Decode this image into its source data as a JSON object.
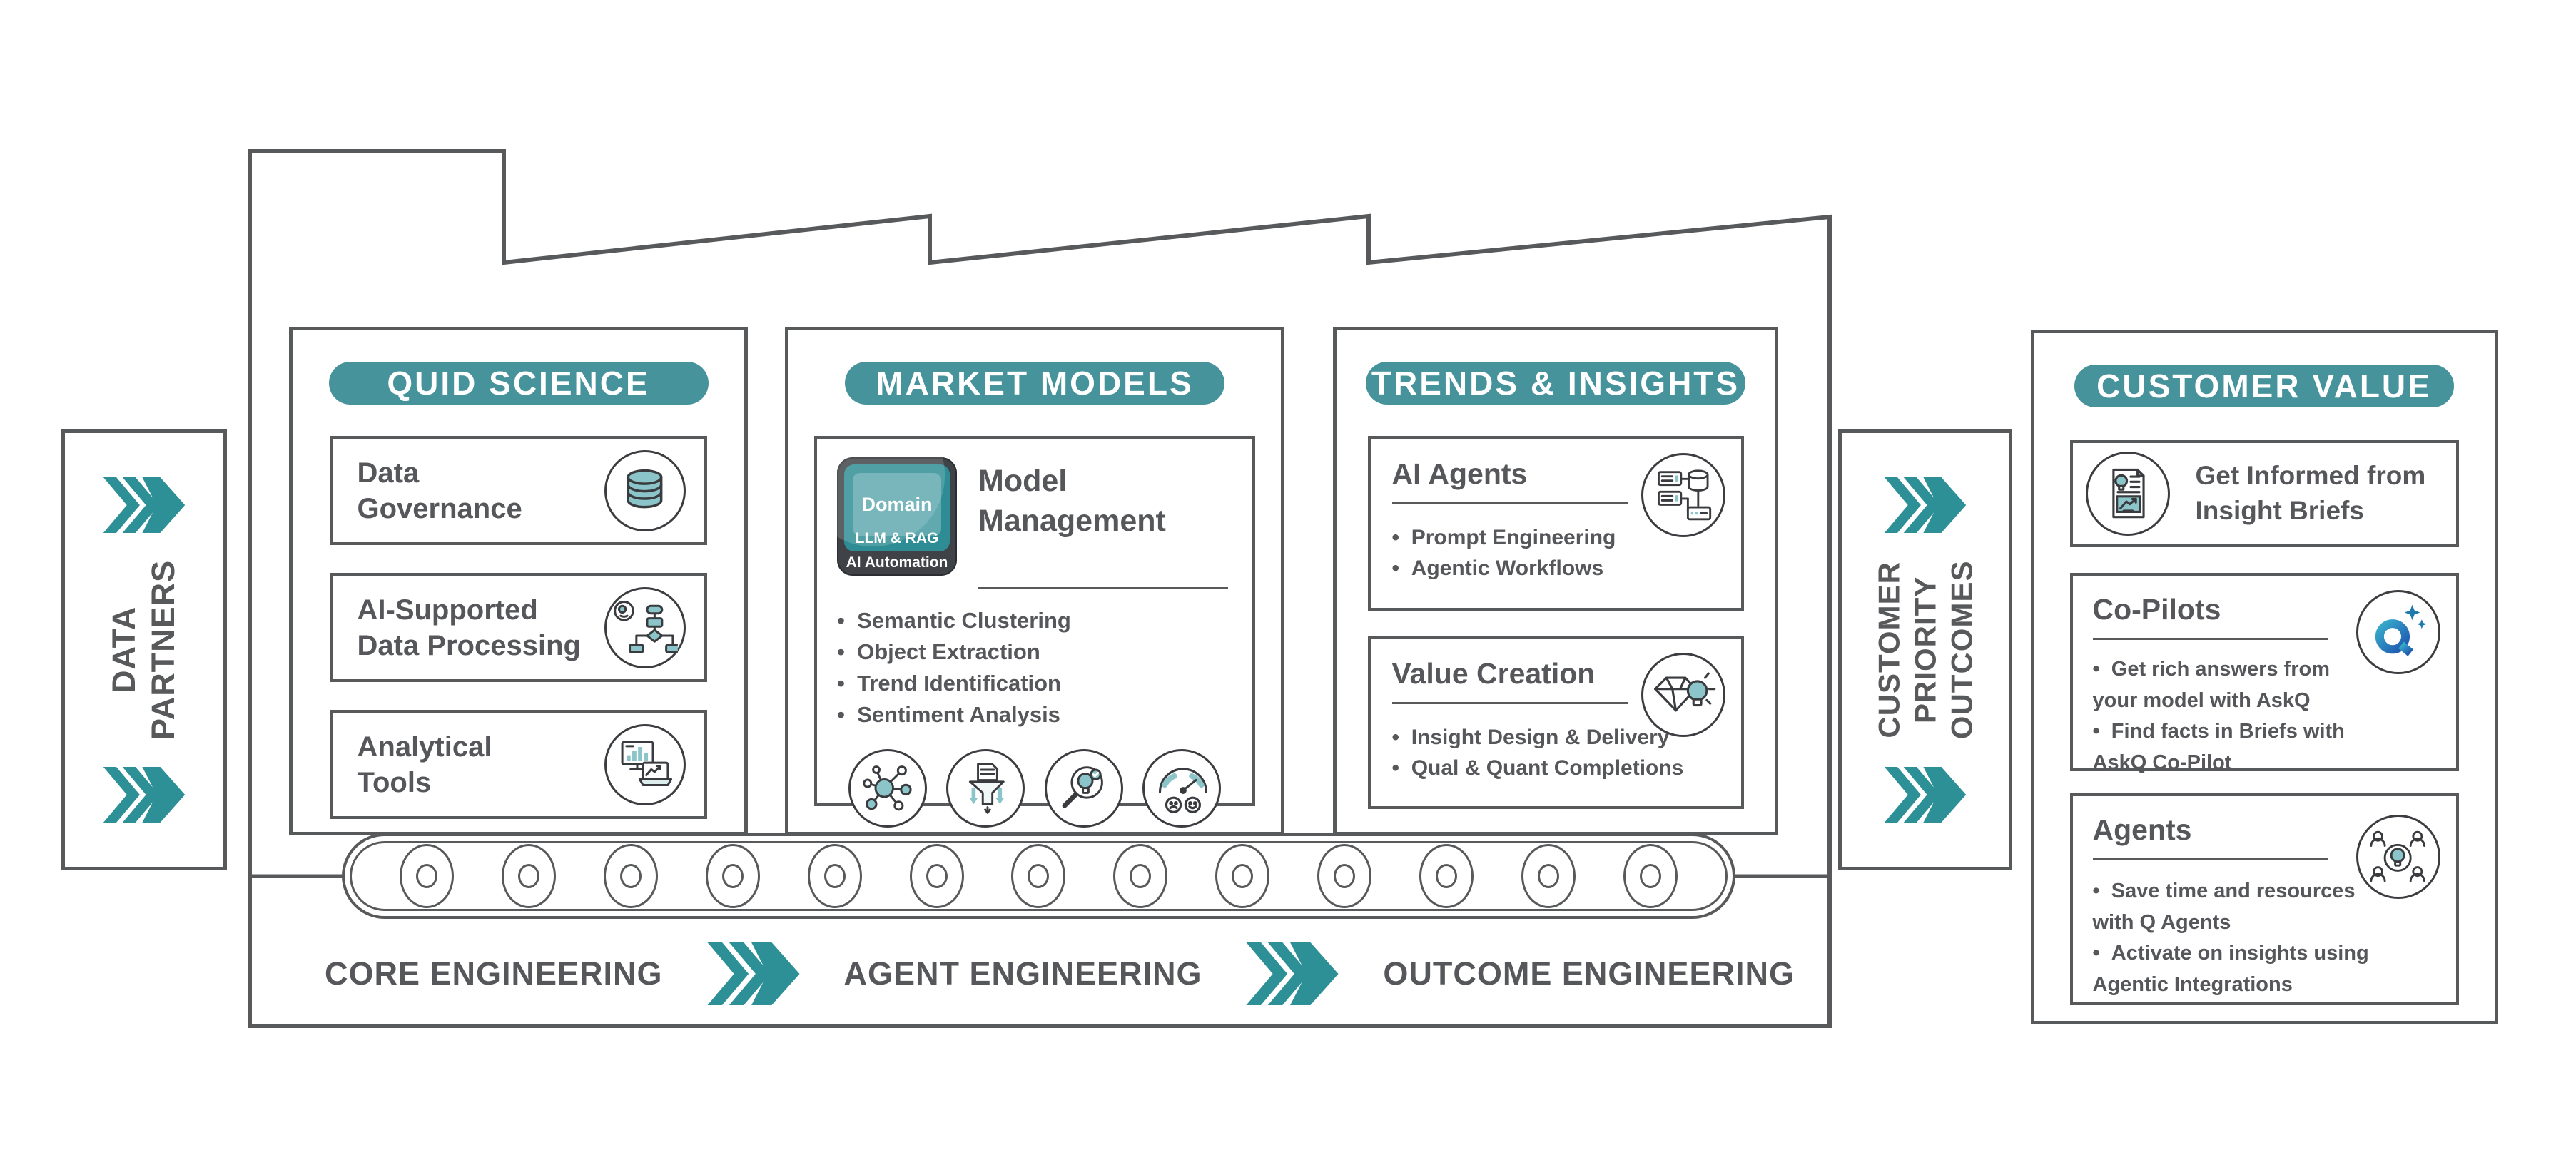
{
  "colors": {
    "outline_gray": "#58595B",
    "text_gray": "#56575A",
    "pill_teal": "#47939B",
    "chevron_teal": "#2E9097",
    "chip_dark": "#3F4347",
    "chip_teal": "#2E8D94",
    "icon_teal": "#8CC5C9",
    "askq_gradient_start": "#38AECB",
    "askq_gradient_end": "#1E55B0"
  },
  "left_rail": {
    "lines": [
      "DATA",
      "PARTNERS"
    ]
  },
  "right_rail": {
    "lines": [
      "CUSTOMER",
      "PRIORITY",
      "OUTCOMES"
    ]
  },
  "quid": {
    "title": "QUID SCIENCE",
    "rows": [
      {
        "label_lines": [
          "Data",
          "Governance"
        ],
        "icon": "database-icon"
      },
      {
        "label_lines": [
          "AI-Supported",
          "Data Processing"
        ],
        "icon": "flowchart-icon"
      },
      {
        "label_lines": [
          "Analytical",
          "Tools"
        ],
        "icon": "analytics-icon"
      }
    ]
  },
  "market": {
    "title": "MARKET MODELS",
    "card": {
      "chip": {
        "line1": "Domain",
        "line2": "LLM & RAG",
        "line3": "AI Automation"
      },
      "title_lines": [
        "Model",
        "Management"
      ],
      "bullets": [
        "Semantic Clustering",
        "Object Extraction",
        "Trend Identification",
        "Sentiment Analysis"
      ],
      "icons": [
        "cluster-icon",
        "funnel-icon",
        "search-bulb-icon",
        "gauge-icon"
      ]
    }
  },
  "trends": {
    "title": "TRENDS & INSIGHTS",
    "cards": [
      {
        "title": "AI Agents",
        "icon": "servers-icon",
        "bullets": [
          "Prompt Engineering",
          "Agentic Workflows"
        ]
      },
      {
        "title": "Value Creation",
        "icon": "diamond-bulb-icon",
        "bullets": [
          "Insight Design & Delivery",
          "Qual & Quant Completions"
        ]
      }
    ]
  },
  "customer_value": {
    "title": "CUSTOMER VALUE",
    "cards": [
      {
        "text_lines": [
          "Get Informed from",
          "Insight Briefs"
        ],
        "icon": "insight-brief-icon"
      },
      {
        "title": "Co-Pilots",
        "icon": "askq-icon",
        "bullets": [
          "Get rich answers from\nyour model with AskQ",
          "Find facts in Briefs with\nAskQ Co-Pilot"
        ]
      },
      {
        "title": "Agents",
        "icon": "team-bulb-icon",
        "bullets": [
          "Save time and resources\nwith Q Agents",
          "Activate on insights using\nAgentic Integrations"
        ]
      }
    ]
  },
  "belt": {
    "roller_count": 13
  },
  "engineering": {
    "labels": [
      "CORE ENGINEERING",
      "AGENT ENGINEERING",
      "OUTCOME ENGINEERING"
    ]
  }
}
